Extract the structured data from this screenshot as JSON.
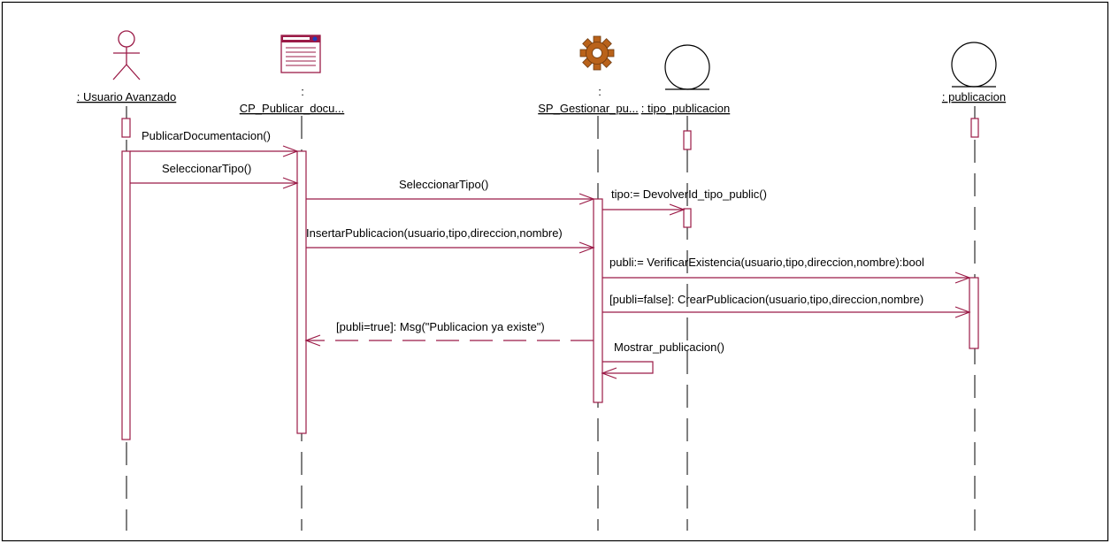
{
  "colors": {
    "line": "#9B1B47",
    "frame": "#000000",
    "form_icon": "#9B1B47",
    "gear": "#B9621A",
    "gear_dark": "#6E3A10"
  },
  "participants": [
    {
      "label": ": Usuario Avanzado",
      "stereotype": "actor",
      "icon": "actor-stick-figure-icon"
    },
    {
      "label": ":",
      "label2": "CP_Publicar_docu...",
      "stereotype": "boundary",
      "icon": "form-window-icon"
    },
    {
      "label": ":",
      "label2": "SP_Gestionar_pu...",
      "stereotype": "control",
      "icon": "gear-icon"
    },
    {
      "label": ": tipo_publicacion",
      "stereotype": "entity",
      "icon": "entity-circle-icon"
    },
    {
      "label": ": publicacion",
      "stereotype": "entity",
      "icon": "entity-circle-icon"
    }
  ],
  "messages": [
    {
      "text": "PublicarDocumentacion()",
      "from": 0,
      "to": 1,
      "kind": "sync"
    },
    {
      "text": "SeleccionarTipo()",
      "from": 0,
      "to": 1,
      "kind": "sync"
    },
    {
      "text": "SeleccionarTipo()",
      "from": 1,
      "to": 2,
      "kind": "sync"
    },
    {
      "text": "tipo:= DevolverId_tipo_public()",
      "from": 2,
      "to": 3,
      "kind": "sync"
    },
    {
      "text": "InsertarPublicacion(usuario,tipo,direccion,nombre)",
      "from": 1,
      "to": 2,
      "kind": "sync"
    },
    {
      "text": "publi:= VerificarExistencia(usuario,tipo,direccion,nombre):bool",
      "from": 2,
      "to": 4,
      "kind": "sync"
    },
    {
      "text": "[publi=false]: CrearPublicacion(usuario,tipo,direccion,nombre)",
      "from": 2,
      "to": 4,
      "kind": "sync"
    },
    {
      "text": "[publi=true]: Msg(\"Publicacion ya existe\")",
      "from": 2,
      "to": 1,
      "kind": "return"
    },
    {
      "text": "Mostrar_publicacion()",
      "from": 2,
      "to": 2,
      "kind": "self"
    }
  ]
}
